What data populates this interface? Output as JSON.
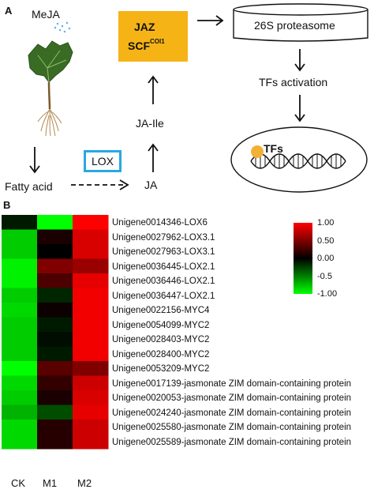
{
  "panel_a": {
    "letter": "A",
    "meja_label": "MeJA",
    "fatty_acid_label": "Fatty acid",
    "lox_label": "LOX",
    "ja_label": "JA",
    "ja_ile_label": "JA-Ile",
    "jaz_label": "JAZ",
    "scf_label": "SCF",
    "scf_superscript": "COI1",
    "proteasome_label": "26S proteasome",
    "tfs_activation_label": "TFs activation",
    "tfs_label": "TFs",
    "colors": {
      "jaz_box": "#f5b316",
      "lox_border": "#27a9e1",
      "tf_dot": "#f2b134"
    }
  },
  "panel_b": {
    "letter": "B",
    "columns": [
      "CK",
      "M1",
      "M2"
    ],
    "genes": [
      "Unigene0014346-LOX6",
      "Unigene0027962-LOX3.1",
      "Unigene0027963-LOX3.1",
      "Unigene0036445-LOX2.1",
      "Unigene0036446-LOX2.1",
      "Unigene0036447-LOX2.1",
      "Unigene0022156-MYC4",
      "Unigene0054099-MYC2",
      "Unigene0028403-MYC2",
      "Unigene0028400-MYC2",
      "Unigene0053209-MYC2",
      "Unigene0017139-jasmonate  ZIM domain-containing protein",
      "Unigene0020053-jasmonate  ZIM domain-containing protein",
      "Unigene0024240-jasmonate  ZIM domain-containing protein",
      "Unigene0025580-jasmonate  ZIM domain-containing protein",
      "Unigene0025589-jasmonate  ZIM domain-containing protein"
    ],
    "colorbar_ticks": [
      "1.00",
      "0.50",
      "0.00",
      "-0.5",
      "-1.00"
    ],
    "colorbar_range": [
      -1.0,
      1.0
    ],
    "colors": {
      "high": "#ff0000",
      "mid": "#000000",
      "low": "#00ff00"
    }
  },
  "chart_data": {
    "type": "heatmap",
    "x": [
      "CK",
      "M1",
      "M2"
    ],
    "y": [
      "Unigene0014346-LOX6",
      "Unigene0027962-LOX3.1",
      "Unigene0027963-LOX3.1",
      "Unigene0036445-LOX2.1",
      "Unigene0036446-LOX2.1",
      "Unigene0036447-LOX2.1",
      "Unigene0022156-MYC4",
      "Unigene0054099-MYC2",
      "Unigene0028403-MYC2",
      "Unigene0028400-MYC2",
      "Unigene0053209-MYC2",
      "Unigene0017139-jasmonate  ZIM domain-containing protein",
      "Unigene0020053-jasmonate  ZIM domain-containing protein",
      "Unigene0024240-jasmonate  ZIM domain-containing protein",
      "Unigene0025580-jasmonate  ZIM domain-containing protein",
      "Unigene0025589-jasmonate  ZIM domain-containing protein"
    ],
    "values": [
      [
        -0.1,
        -1.0,
        1.0
      ],
      [
        -0.8,
        0.1,
        0.85
      ],
      [
        -0.8,
        0.0,
        0.85
      ],
      [
        -0.95,
        0.5,
        0.6
      ],
      [
        -0.95,
        0.3,
        0.9
      ],
      [
        -0.8,
        -0.15,
        0.95
      ],
      [
        -0.85,
        0.05,
        0.95
      ],
      [
        -0.8,
        -0.1,
        0.95
      ],
      [
        -0.8,
        -0.05,
        0.95
      ],
      [
        -0.8,
        -0.1,
        0.95
      ],
      [
        -1.0,
        0.35,
        0.5
      ],
      [
        -0.85,
        0.2,
        0.8
      ],
      [
        -0.8,
        0.1,
        0.85
      ],
      [
        -0.7,
        -0.3,
        0.9
      ],
      [
        -0.85,
        0.15,
        0.8
      ],
      [
        -0.85,
        0.15,
        0.8
      ]
    ],
    "colorbar_range": [
      -1.0,
      1.0
    ]
  }
}
